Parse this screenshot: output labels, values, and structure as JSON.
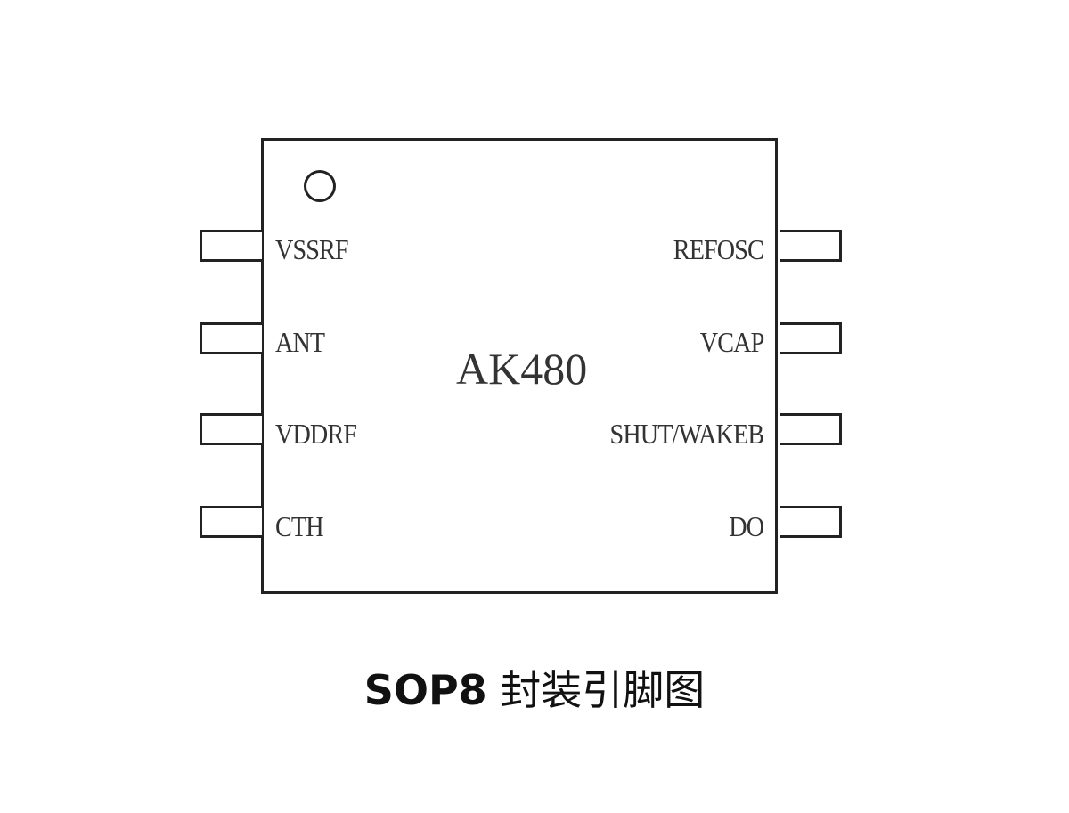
{
  "chip": {
    "part_name": "AK480",
    "left_pins": [
      {
        "label": "VSSRF"
      },
      {
        "label": "ANT"
      },
      {
        "label": "VDDRF"
      },
      {
        "label": "CTH"
      }
    ],
    "right_pins": [
      {
        "label": "REFOSC"
      },
      {
        "label": "VCAP"
      },
      {
        "label": "SHUT/WAKEB"
      },
      {
        "label": "DO"
      }
    ]
  },
  "caption": {
    "package": "SOP8",
    "description": "封装引脚图"
  },
  "colors": {
    "outline": "#222222",
    "text": "#333333",
    "background": "#ffffff"
  }
}
